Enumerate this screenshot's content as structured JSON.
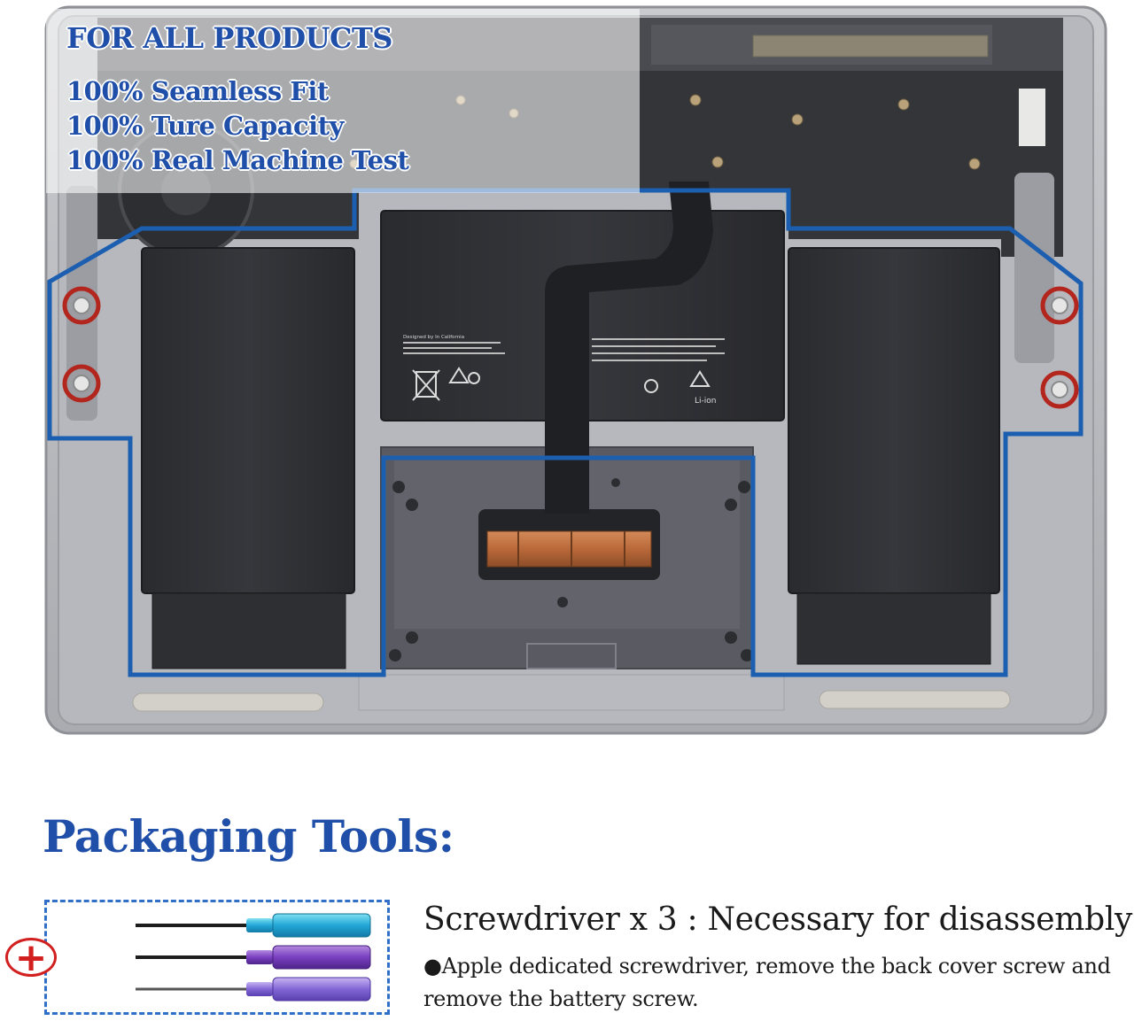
{
  "promo": {
    "title": "FOR ALL PRODUCTS",
    "lines": [
      "100% Seamless Fit",
      "100% Ture Capacity",
      "100% Real Machine Test"
    ]
  },
  "battery_labels": {
    "middle_left": "Designed by In California",
    "middle_right": "Li-ion"
  },
  "packaging": {
    "title": "Packaging Tools:",
    "plus_symbol": "+",
    "screwdrivers": [
      "cyan-screwdriver",
      "purple-screwdriver",
      "violet-screwdriver"
    ],
    "headline": "Screwdriver x 3 : Necessary for disassembly",
    "note": "●Apple dedicated screwdriver, remove the back cover screw and remove the battery screw."
  },
  "colors": {
    "highlight_outline": "#1c5fb0",
    "screw_ring": "#b3261e",
    "title_blue": "#1f4fa8",
    "plus_red": "#d21f1f",
    "chassis": "#a7a9ae",
    "battery_cell": "#2b2c30"
  }
}
